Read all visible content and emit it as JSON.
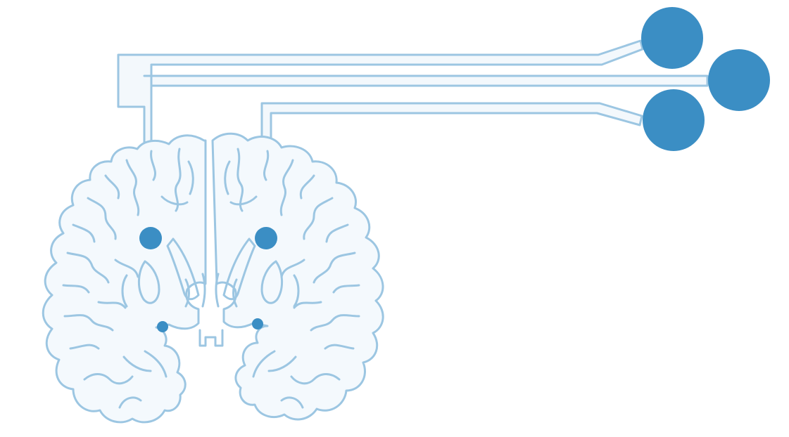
{
  "colors": {
    "background": "#ffffff",
    "outline": "#9cc6e2",
    "outline_fill": "#f4f9fd",
    "lead_fill": "#f3f8fc",
    "electrode": "#3b8ec4",
    "connector": "#3b8ec4"
  },
  "illustration": {
    "brain": "coronal-brain-section",
    "electrodes": [
      "left-deep-electrode",
      "right-deep-electrode"
    ],
    "connectors": [
      "connector-top",
      "connector-right",
      "connector-bottom"
    ]
  }
}
